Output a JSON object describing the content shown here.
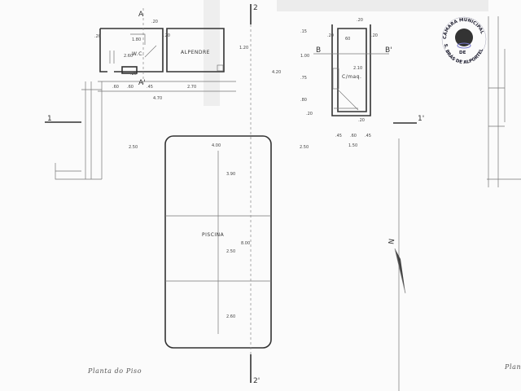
{
  "drawing": {
    "title": "Planta do Piso",
    "title_right_cut": "Plan",
    "rooms": {
      "wc": "W.C.",
      "alpendre": "ALPENDRE",
      "machine_room": "C/maq.",
      "pool": "PISCINA"
    },
    "section_marks": {
      "a": "A",
      "a_prime": "A'",
      "b": "B",
      "b_prime": "B'",
      "one": "1",
      "one_prime": "1'",
      "two": "2",
      "two_prime": "2'"
    },
    "north": "N",
    "dimensions": {
      "wc_top": ".20",
      "wc_inner_w": "1.80",
      "wc_h": "2.60",
      "wc_left": ".20",
      "door_sill": ".20",
      "alpendre_side": ".20",
      "alpendre_h": "1.20",
      "bottom_a": ".60",
      "bottom_b": ".60",
      "bottom_c": ".45",
      "bottom_d": "2.70",
      "total_w": "4.70",
      "left_gap": "2.50",
      "pool_w": "4.00",
      "pool_h1": "3.90",
      "pool_mid": "2.50",
      "pool_total": "8.00",
      "pool_h2": "2.60",
      "gap_vertical": "4.20",
      "gap_right": "2.50",
      "cm_top": ".20",
      "cm_inner": "60",
      "cm_left": ".20",
      "cm_right": ".20",
      "cm_h": "2.10",
      "cm_side1": ".15",
      "cm_side2": "1.00",
      "cm_side3": ".75",
      "cm_side4": ".80",
      "cm_bottom_l": ".20",
      "cm_bottom_r": ".20",
      "cm_sub1": ".45",
      "cm_sub2": ".60",
      "cm_sub3": ".45",
      "cm_total": "1.50"
    },
    "stamp": {
      "top": "CÂMARA MUNICIPAL",
      "middle": "DE",
      "bottom": "S. BRÁS DE ALPORTEL"
    }
  }
}
